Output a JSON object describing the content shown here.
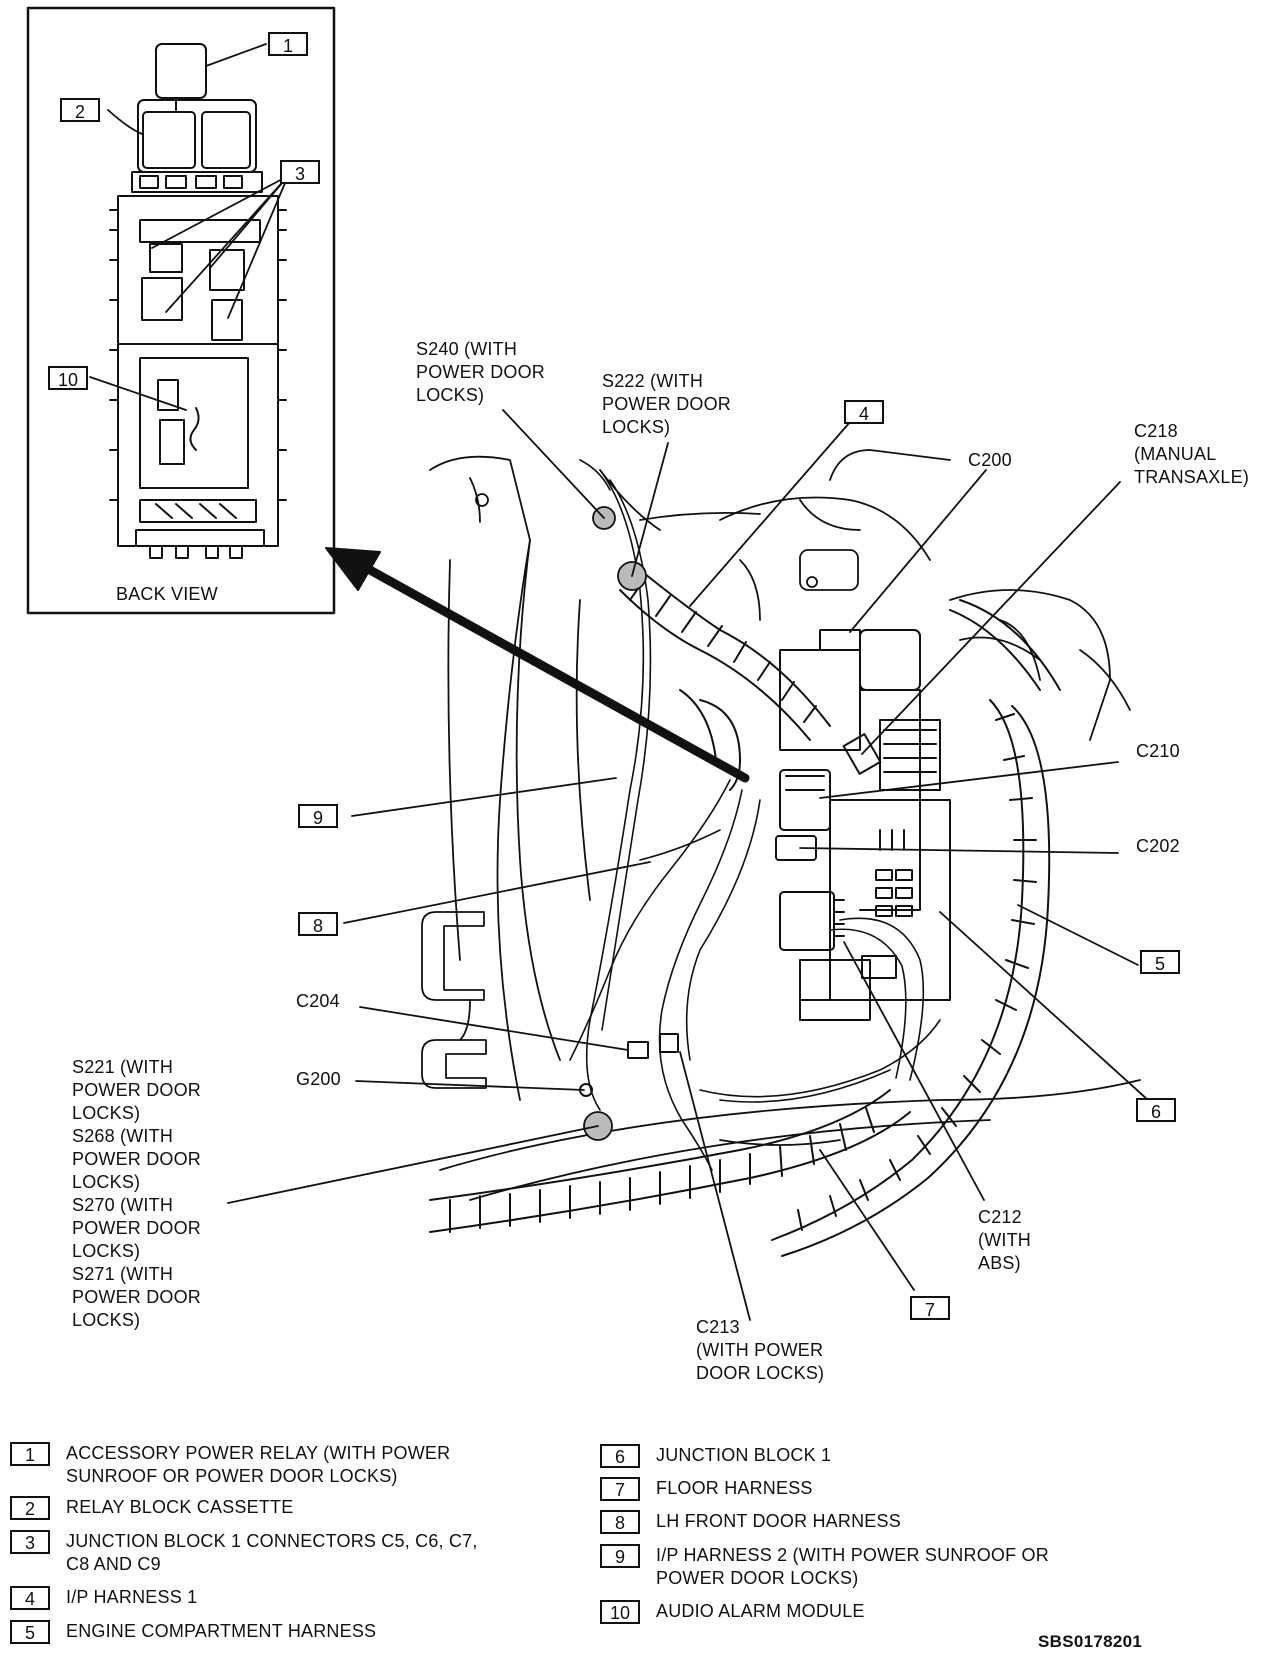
{
  "inset": {
    "caption": "BACK VIEW"
  },
  "callouts": [
    "1",
    "2",
    "3",
    "4",
    "5",
    "6",
    "7",
    "8",
    "9",
    "10"
  ],
  "labels": {
    "s240": "S240 (WITH\nPOWER DOOR\nLOCKS)",
    "s222": "S222 (WITH\nPOWER DOOR\nLOCKS)",
    "c218": "C218\n(MANUAL\nTRANSAXLE)",
    "c200": "C200",
    "c210": "C210",
    "c202": "C202",
    "c204": "C204",
    "g200": "G200",
    "s221_group": "S221 (WITH\nPOWER DOOR\nLOCKS)\nS268 (WITH\nPOWER DOOR\nLOCKS)\nS270 (WITH\nPOWER DOOR\nLOCKS)\nS271 (WITH\nPOWER DOOR\nLOCKS)",
    "c212": "C212\n(WITH\nABS)",
    "c213": "C213\n(WITH POWER\nDOOR LOCKS)"
  },
  "legend": [
    {
      "num": "1",
      "text": "ACCESSORY POWER RELAY (WITH POWER\nSUNROOF OR POWER DOOR LOCKS)"
    },
    {
      "num": "2",
      "text": "RELAY BLOCK CASSETTE"
    },
    {
      "num": "3",
      "text": "JUNCTION BLOCK 1 CONNECTORS C5, C6, C7,\nC8 AND C9"
    },
    {
      "num": "4",
      "text": "I/P HARNESS 1"
    },
    {
      "num": "5",
      "text": "ENGINE COMPARTMENT HARNESS"
    },
    {
      "num": "6",
      "text": "JUNCTION BLOCK 1"
    },
    {
      "num": "7",
      "text": "FLOOR HARNESS"
    },
    {
      "num": "8",
      "text": "LH FRONT DOOR HARNESS"
    },
    {
      "num": "9",
      "text": "I/P HARNESS 2 (WITH POWER SUNROOF OR\nPOWER DOOR LOCKS)"
    },
    {
      "num": "10",
      "text": "AUDIO ALARM MODULE"
    }
  ],
  "figure_code": "SBS0178201"
}
